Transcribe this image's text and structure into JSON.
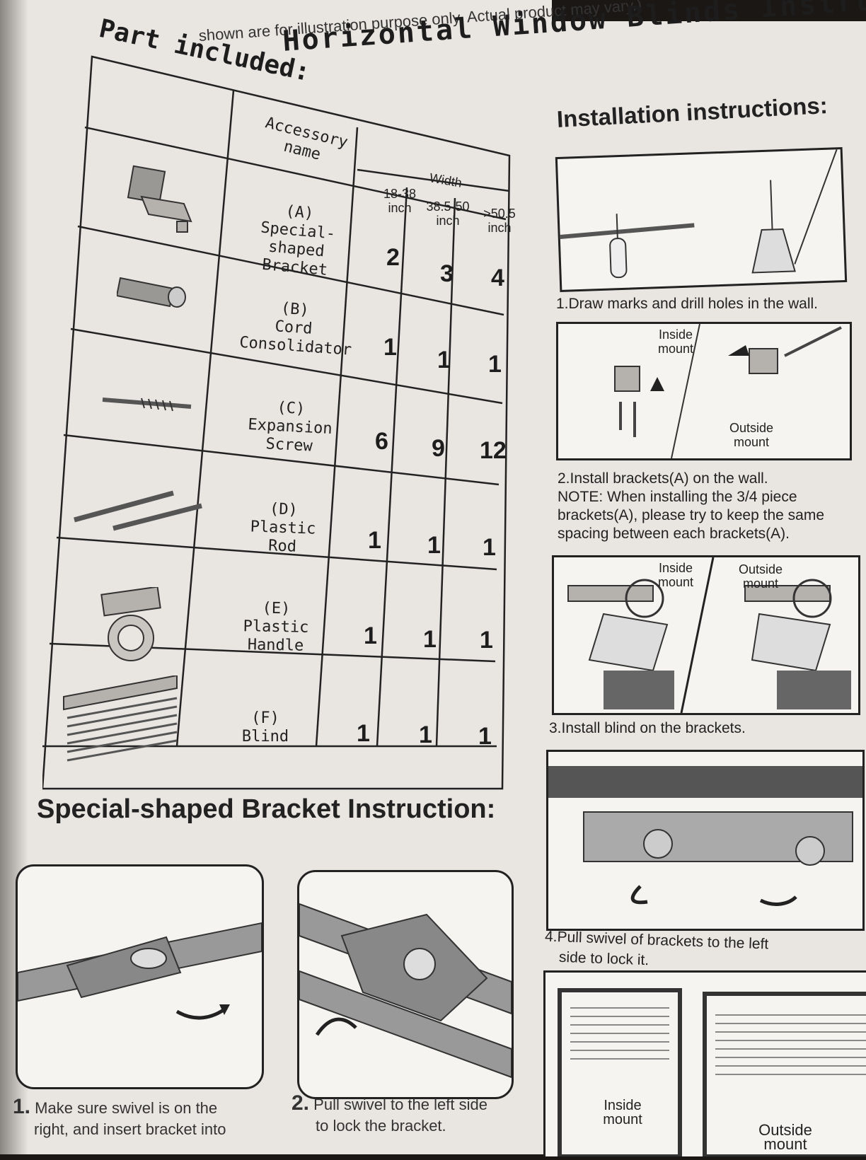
{
  "header": {
    "title": "Horizontal Window Blinds Instruction",
    "subtitle": "shown are for illustration purpose only. Actual product may vary.)"
  },
  "parts": {
    "heading": "Part included:",
    "accessory_header": "Accessory\nname",
    "width_header": "Width",
    "col1": "18-38\ninch",
    "col2": "38.5-50\ninch",
    "col3": ">50.5\ninch",
    "rows": [
      {
        "name": "(A)\nSpecial-shaped\nBracket",
        "v1": "2",
        "v2": "3",
        "v3": "4"
      },
      {
        "name": "(B)\nCord\nConsolidator",
        "v1": "1",
        "v2": "1",
        "v3": "1"
      },
      {
        "name": "(C)\nExpansion\nScrew",
        "v1": "6",
        "v2": "9",
        "v3": "12"
      },
      {
        "name": "(D)\nPlastic\nRod",
        "v1": "1",
        "v2": "1",
        "v3": "1"
      },
      {
        "name": "(E)\nPlastic\nHandle",
        "v1": "1",
        "v2": "1",
        "v3": "1"
      },
      {
        "name": "(F)\nBlind",
        "v1": "1",
        "v2": "1",
        "v3": "1"
      }
    ]
  },
  "installation": {
    "heading": "Installation instructions:",
    "step1": "1.Draw marks and drill holes in the wall.",
    "step2_line1": "2.Install brackets(A) on the wall.",
    "step2_line2": "NOTE: When installing the 3/4 piece",
    "step2_line3": "brackets(A), please try to keep the same",
    "step2_line4": "spacing between each brackets(A).",
    "step3": "3.Install blind on the brackets.",
    "step4_line1": "4.Pull swivel of brackets to the left",
    "step4_line2": "side to lock it.",
    "inside_mount": "Inside\nmount",
    "outside_mount": "Outside\nmount"
  },
  "bracket": {
    "heading": "Special-shaped Bracket Instruction:",
    "step1_num": "1.",
    "step1_text": "Make sure swivel is on the",
    "step1_text2": "right, and insert bracket into",
    "step2_num": "2.",
    "step2_text": "Pull swivel to the left side",
    "step2_text2": "to lock the bracket."
  }
}
